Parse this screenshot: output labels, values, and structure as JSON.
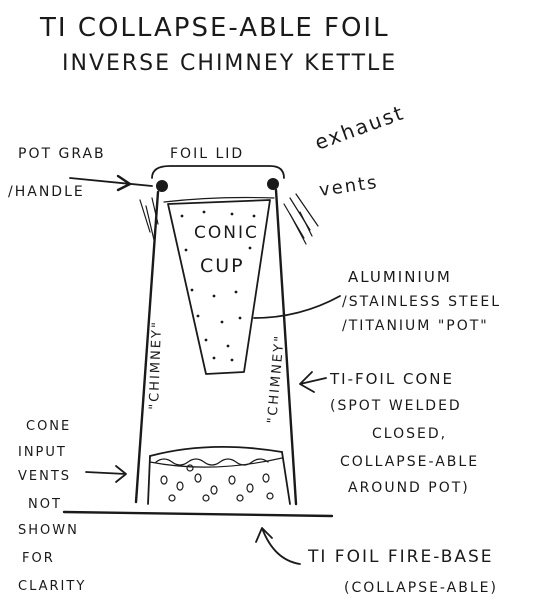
{
  "title": {
    "line1": "TI COLLAPSE-ABLE FOIL",
    "line2": "INVERSE CHIMNEY KETTLE"
  },
  "labels": {
    "pot_grab": "POT GRAB",
    "handle": "/HANDLE",
    "foil_lid": "FOIL LID",
    "exhaust": "exhaust",
    "vents": "vents",
    "conic": "CONIC",
    "cup": "CUP",
    "pot_line1": "ALUMINIUM",
    "pot_line2": "/STAINLESS STEEL",
    "pot_line3": "/TITANIUM \"POT\"",
    "chimney_left": "\"CHIMNEY\"",
    "chimney_right": "\"CHIMNEY\"",
    "cone_line1": "TI-FOIL CONE",
    "cone_line2": "(SPOT WELDED",
    "cone_line3": "CLOSED,",
    "cone_line4": "COLLAPSE-ABLE",
    "cone_line5": "AROUND POT)",
    "vents_note": [
      "CONE",
      "INPUT",
      "VENTS",
      "NOT",
      "SHOWN",
      "FOR",
      "CLARITY"
    ],
    "base_line1": "TI FOIL FIRE-BASE",
    "base_line2": "(COLLAPSE-ABLE)"
  }
}
